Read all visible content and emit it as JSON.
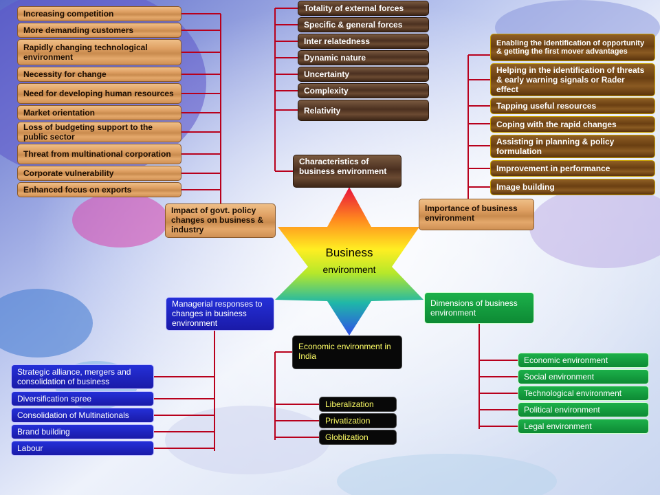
{
  "center": {
    "title": "Business",
    "subtitle": "environment"
  },
  "branches": {
    "characteristics": {
      "label": "Characteristics  of business environment",
      "items": [
        "Totality of external forces",
        "Specific & general forces",
        "Inter relatedness",
        "Dynamic nature",
        "Uncertainty",
        "Complexity",
        "Relativity"
      ]
    },
    "importance": {
      "label": "Importance of business environment",
      "items": [
        "Enabling the identification of opportunity & getting the first mover advantages",
        "Helping in the identification of threats & early warning signals or Rader effect",
        "Tapping useful resources",
        "Coping with the rapid changes",
        "Assisting in planning & policy formulation",
        "Improvement in performance",
        "Image building"
      ]
    },
    "policy": {
      "label": "Impact of govt. policy changes on business & industry",
      "items": [
        "Increasing competition",
        "More demanding  customers",
        "Rapidly changing technological environment",
        "Necessity for change",
        "Need for developing human resources",
        "Market orientation",
        "Loss of budgeting support to the public sector",
        "Threat from multinational corporation",
        "Corporate vulnerability",
        "Enhanced focus on exports"
      ]
    },
    "managerial": {
      "label": "Managerial responses to changes in business environment",
      "items": [
        "Strategic alliance, mergers and consolidation of business",
        "Diversification spree",
        "Consolidation of Multinationals",
        "Brand building",
        "Labour"
      ]
    },
    "economic_india": {
      "label": "Economic environment in India",
      "items": [
        "Liberalization",
        "Privatization",
        "Globlization"
      ]
    },
    "dimensions": {
      "label": "Dimensions of business environment",
      "items": [
        "Economic environment",
        "Social environment",
        "Technological environment",
        "Political environment",
        "Legal environment"
      ]
    }
  },
  "colors": {
    "connector": "#b8001c",
    "blue_box": "#1f22c4",
    "green_box": "#129c3e",
    "black_box": "#080808",
    "black_box_text": "#ffff66"
  }
}
